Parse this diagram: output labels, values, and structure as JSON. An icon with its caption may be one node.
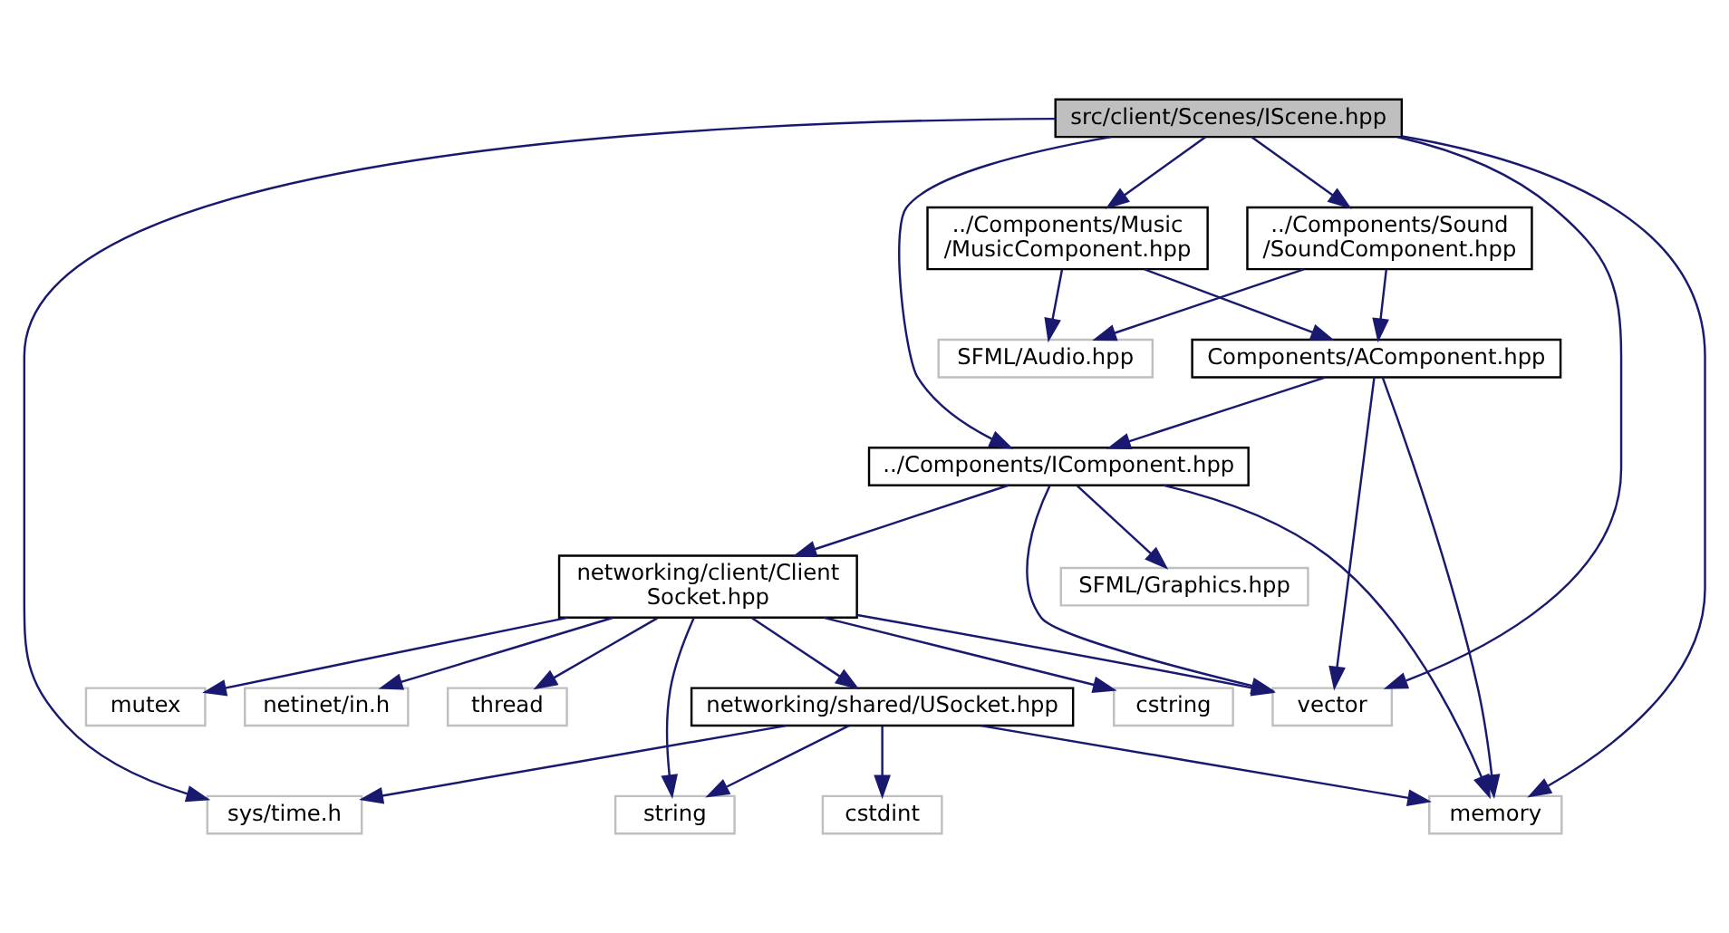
{
  "diagram": {
    "nodes": [
      {
        "text": [
          "src/client/Scenes/IScene.hpp"
        ]
      },
      {
        "text": [
          "../Components/Music /MusicComponent.hpp"
        ]
      },
      {
        "text": [
          "../Components/Sound /SoundComponent.hpp"
        ]
      },
      {
        "text": [
          "Components/AComponent.hpp"
        ]
      },
      {
        "text": [
          "SFML/Audio.hpp"
        ]
      },
      {
        "text": [
          "../Components/IComponent.hpp"
        ]
      },
      {
        "text": [
          "SFML/Graphics.hpp"
        ]
      },
      {
        "text": [
          "networking/client/Client Socket.hpp"
        ]
      },
      {
        "text": [
          "vector"
        ]
      },
      {
        "text": [
          "networking/shared/USocket.hpp"
        ]
      },
      {
        "text": [
          "cstring"
        ]
      },
      {
        "text": [
          "mutex"
        ]
      },
      {
        "text": [
          "netinet/in.h"
        ]
      },
      {
        "text": [
          "thread"
        ]
      },
      {
        "text": [
          "string"
        ]
      },
      {
        "text": [
          "cstdint"
        ]
      },
      {
        "text": [
          "sys/time.h"
        ]
      },
      {
        "text": [
          "memory"
        ]
      }
    ],
    "edges": [
      {
        "from": 0,
        "to": 1,
        "arrow": "to"
      },
      {
        "from": 0,
        "to": 2,
        "arrow": "to"
      },
      {
        "from": 0,
        "to": 5,
        "arrow": "to"
      },
      {
        "from": 0,
        "to": 8,
        "arrow": "to"
      },
      {
        "from": 0,
        "to": 16,
        "arrow": "to"
      },
      {
        "from": 0,
        "to": 17,
        "arrow": "to"
      },
      {
        "from": 1,
        "to": 3,
        "arrow": "to"
      },
      {
        "from": 1,
        "to": 4,
        "arrow": "to"
      },
      {
        "from": 2,
        "to": 3,
        "arrow": "to"
      },
      {
        "from": 2,
        "to": 4,
        "arrow": "to"
      },
      {
        "from": 3,
        "to": 5,
        "arrow": "to"
      },
      {
        "from": 3,
        "to": 8,
        "arrow": "to"
      },
      {
        "from": 3,
        "to": 17,
        "arrow": "to"
      },
      {
        "from": 5,
        "to": 8,
        "arrow": "to"
      },
      {
        "from": 5,
        "to": 6,
        "arrow": "to"
      },
      {
        "from": 5,
        "to": 7,
        "arrow": "to"
      },
      {
        "from": 5,
        "to": 17,
        "arrow": "to"
      },
      {
        "from": 7,
        "to": 8,
        "arrow": "to"
      },
      {
        "from": 7,
        "to": 14,
        "arrow": "to"
      },
      {
        "from": 7,
        "to": 9,
        "arrow": "to"
      },
      {
        "from": 7,
        "to": 10,
        "arrow": "to"
      },
      {
        "from": 7,
        "to": 11,
        "arrow": "to"
      },
      {
        "from": 7,
        "to": 12,
        "arrow": "to"
      },
      {
        "from": 7,
        "to": 13,
        "arrow": "to"
      },
      {
        "from": 9,
        "to": 14,
        "arrow": "to"
      },
      {
        "from": 9,
        "to": 15,
        "arrow": "to"
      },
      {
        "from": 9,
        "to": 16,
        "arrow": "to"
      },
      {
        "from": 9,
        "to": 17,
        "arrow": "to"
      }
    ]
  }
}
